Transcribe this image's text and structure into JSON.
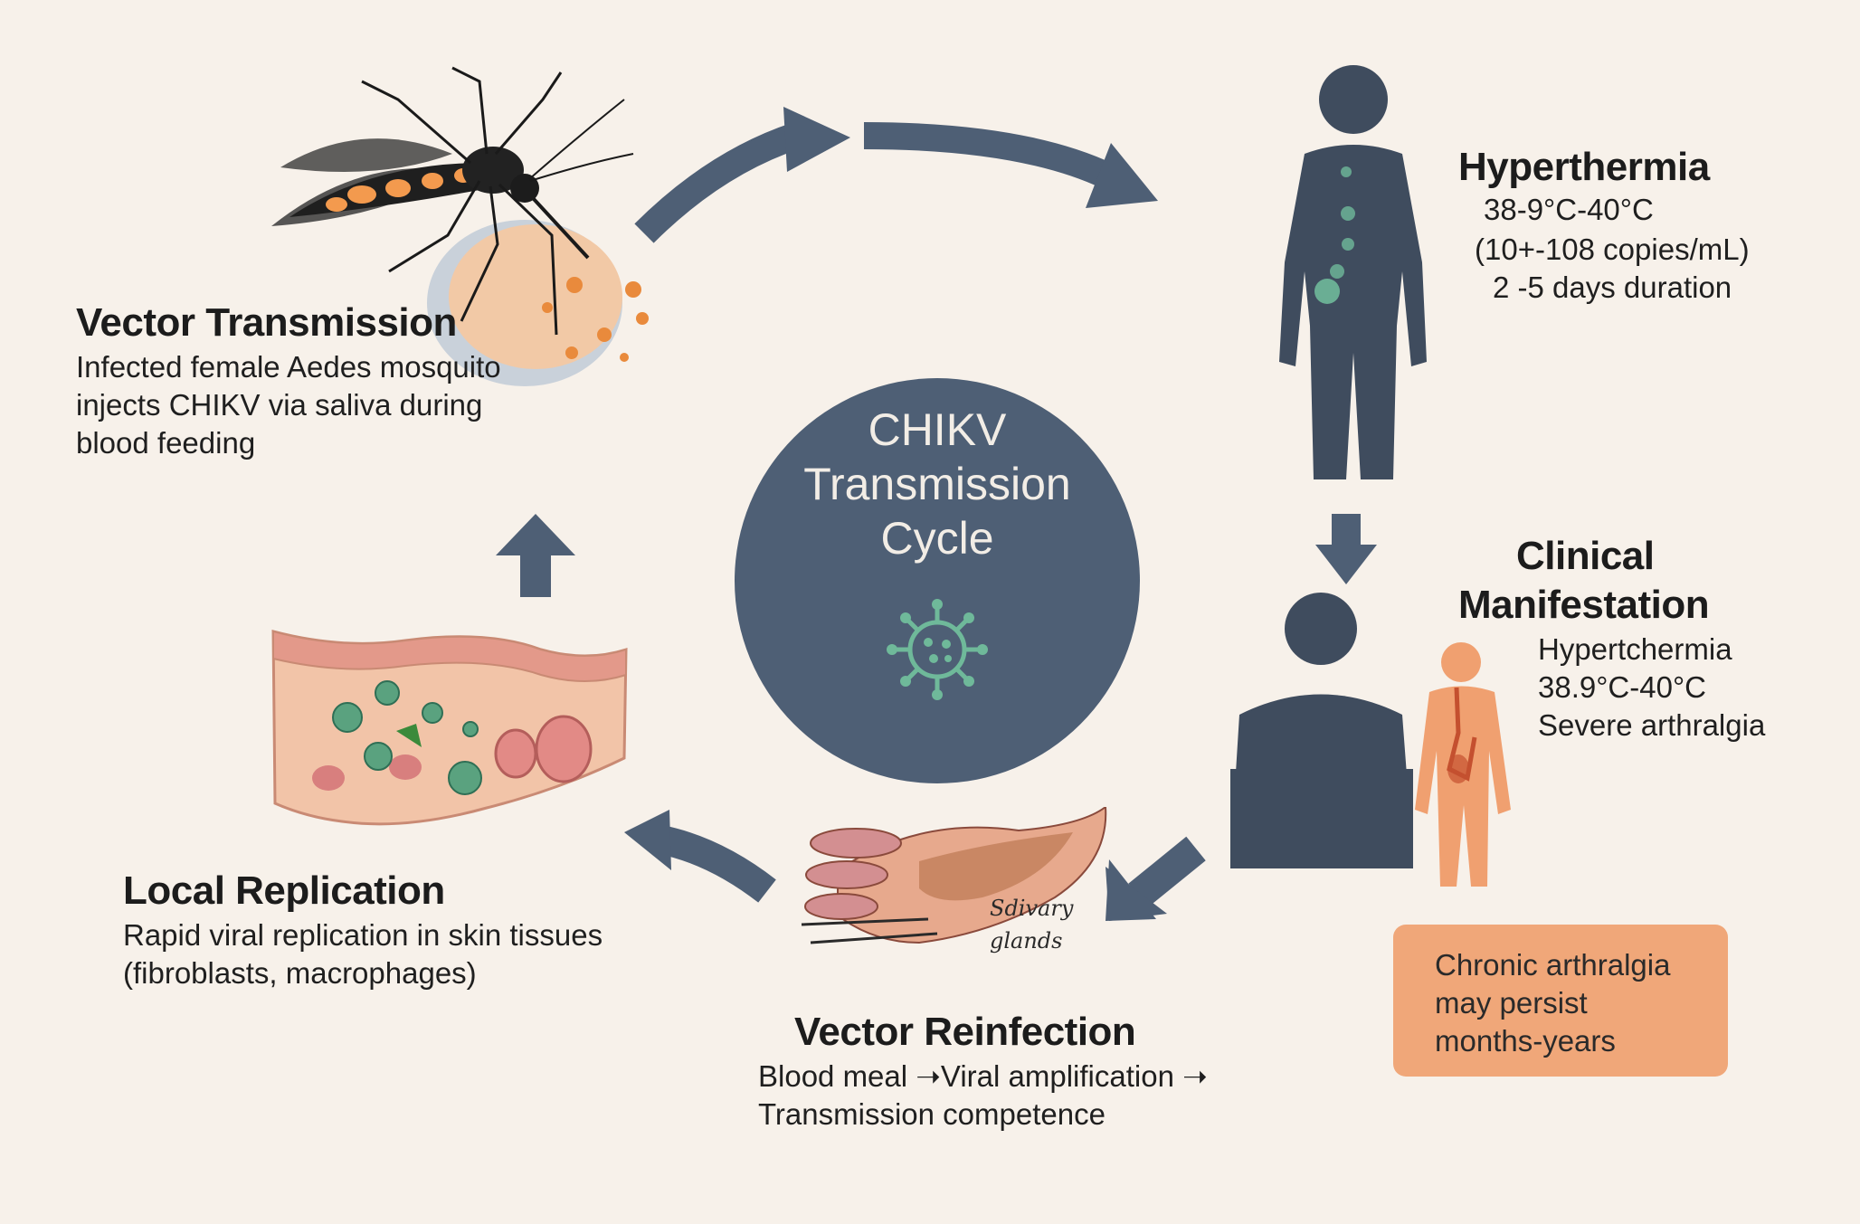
{
  "center": {
    "title_lines": [
      "CHIKV",
      "Transmission",
      "Cycle"
    ],
    "icon": "virus-icon"
  },
  "vector_transmission": {
    "heading": "Vector Transmission",
    "lines": [
      "Infected female Aedes mosquito",
      "injects CHIKV via saliva during",
      "blood feeding"
    ]
  },
  "hyperthermia": {
    "heading": "Hyperthermia",
    "lines": [
      "38-9°C-40°C",
      "(10+-108 copies/mL)",
      "2 -5 days duration"
    ]
  },
  "clinical": {
    "heading_lines": [
      "Clinical",
      "Manifestation"
    ],
    "lines": [
      "Hypertchermia",
      "38.9°C-40°C",
      "Severe arthralgia"
    ]
  },
  "chronic_callout": {
    "lines": [
      "Chronic arthralgia",
      "may persist",
      "months-years"
    ]
  },
  "vector_reinfection": {
    "heading": "Vector Reinfection",
    "lines": [
      "Blood meal ➝Viral amplification ➝",
      "Transmission competence"
    ],
    "gland_label_lines": [
      "Sdivary",
      "glands"
    ]
  },
  "local_replication": {
    "heading": "Local Replication",
    "lines": [
      "Rapid viral replication in skin tissues",
      "(fibroblasts, macrophages)"
    ]
  },
  "colors": {
    "background": "#f7f1ea",
    "arrow": "#4e5f75",
    "circle": "#4e5f75",
    "virus": "#6fb99a",
    "callout": "#f0a779",
    "human": "#3f4c5e",
    "human_orange": "#f0a070"
  }
}
